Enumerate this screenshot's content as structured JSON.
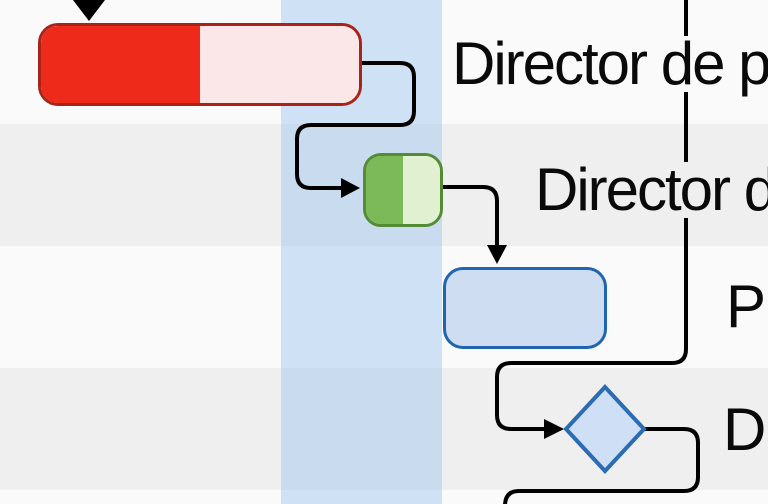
{
  "view": {
    "type": "gantt-chart-fragment",
    "description": "Zoomed Gantt chart area with task bars, dependency connectors and a milestone"
  },
  "colors": {
    "row_light": "#fafafa",
    "row_dark": "#efefef",
    "highlight_column": "rgba(166,201,240,0.52)",
    "connector": "#000000",
    "text": "#0a0a0a",
    "task_red_done": "#ee2a1b",
    "task_red_rest": "#fbe7e7",
    "task_red_border": "#a92318",
    "task_green_done": "#7cb958",
    "task_green_rest": "#e2f0d2",
    "task_green_border": "#568b35",
    "task_blue_fill": "#cfddf3",
    "task_blue_border": "#1f65b0",
    "milestone_fill": "#cfe0f6",
    "milestone_border": "#2b6cb3"
  },
  "tasks": [
    {
      "label": "Director de p",
      "shape": "bar",
      "progress_pct": 50
    },
    {
      "label": "Director de",
      "shape": "bar",
      "progress_pct": 50
    },
    {
      "label": "Pr",
      "shape": "bar",
      "progress_pct": 0
    },
    {
      "label": "D",
      "shape": "milestone"
    }
  ]
}
